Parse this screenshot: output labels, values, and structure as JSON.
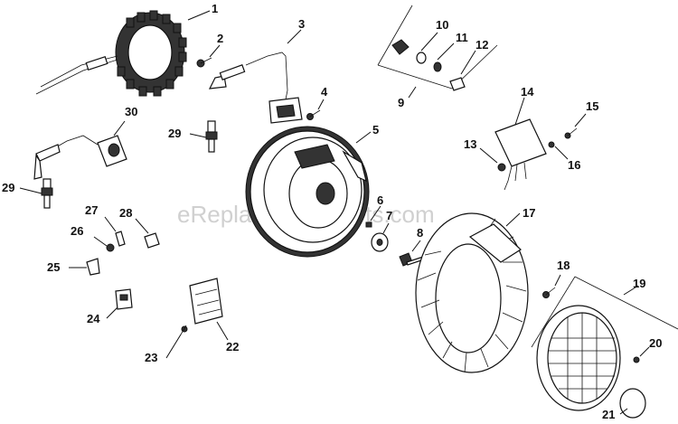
{
  "watermark": "eReplacementParts.com",
  "callouts": {
    "c1": "1",
    "c2": "2",
    "c3": "3",
    "c4": "4",
    "c5": "5",
    "c6": "6",
    "c7": "7",
    "c8": "8",
    "c9": "9",
    "c10": "10",
    "c11": "11",
    "c12": "12",
    "c13": "13",
    "c14": "14",
    "c15": "15",
    "c16": "16",
    "c17": "17",
    "c18": "18",
    "c19": "19",
    "c20": "20",
    "c21": "21",
    "c22": "22",
    "c23": "23",
    "c24": "24",
    "c25": "25",
    "c26": "26",
    "c27": "27",
    "c28": "28",
    "c29a": "29",
    "c29b": "29",
    "c30": "30"
  }
}
